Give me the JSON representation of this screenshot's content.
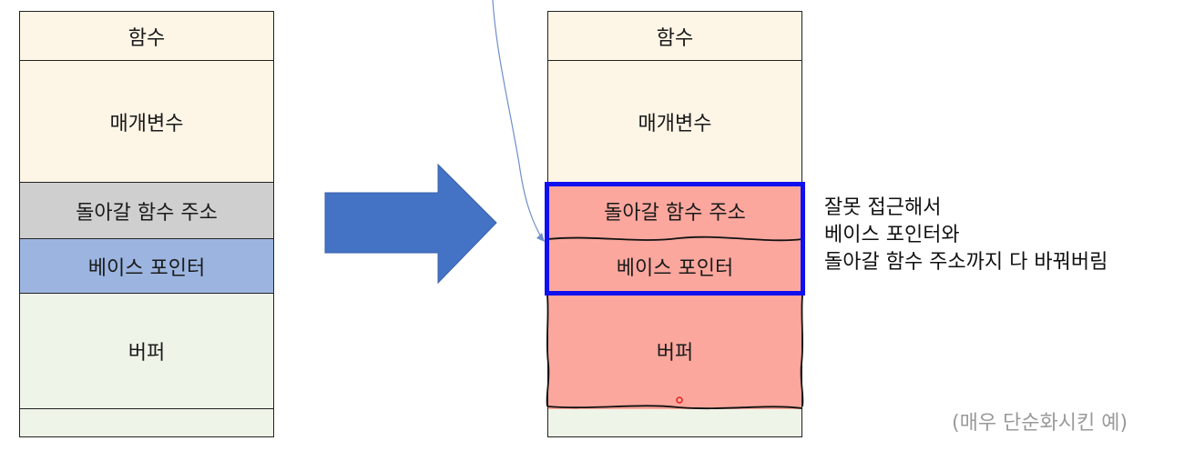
{
  "stack": {
    "function": "함수",
    "parameters": "매개변수",
    "return_address": "돌아갈 함수 주소",
    "base_pointer": "베이스 포인터",
    "buffer": "버퍼"
  },
  "note": {
    "line1": "잘못 접근해서",
    "line2": "베이스 포인터와",
    "line3": "돌아갈 함수 주소까지 다 바꿔버림"
  },
  "caption": "(매우 단순화시킨 예)",
  "colors": {
    "frame_bg": "#fdf5e6",
    "return_address_bg": "#cfcfcf",
    "base_pointer_bg": "#9cb5e0",
    "buffer_bg": "#eef4e8",
    "overwritten_bg": "#fba79d",
    "highlight_border": "#1010ee",
    "arrow": "#4472c4"
  }
}
